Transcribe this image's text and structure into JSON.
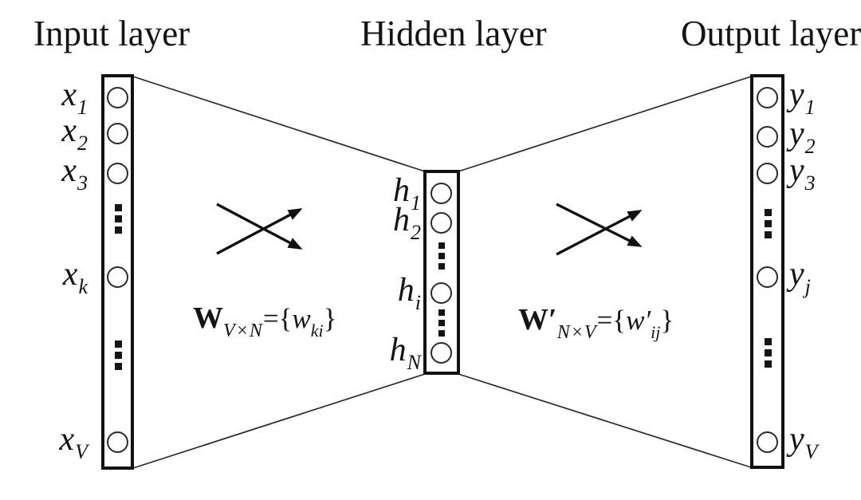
{
  "colors": {
    "ink": "#141414",
    "line": "#2b2b2b",
    "background": "#ffffff"
  },
  "layers": {
    "input": {
      "title": "Input layer",
      "nodes": [
        {
          "base": "x",
          "sub": "1"
        },
        {
          "base": "x",
          "sub": "2"
        },
        {
          "base": "x",
          "sub": "3"
        },
        {
          "base": "x",
          "sub": "k"
        },
        {
          "base": "x",
          "sub": "V"
        }
      ]
    },
    "hidden": {
      "title": "Hidden layer",
      "nodes": [
        {
          "base": "h",
          "sub": "1"
        },
        {
          "base": "h",
          "sub": "2"
        },
        {
          "base": "h",
          "sub": "i"
        },
        {
          "base": "h",
          "sub": "N"
        }
      ]
    },
    "output": {
      "title": "Output layer",
      "nodes": [
        {
          "base": "y",
          "sub": "1"
        },
        {
          "base": "y",
          "sub": "2"
        },
        {
          "base": "y",
          "sub": "3"
        },
        {
          "base": "y",
          "sub": "j"
        },
        {
          "base": "y",
          "sub": "V"
        }
      ]
    }
  },
  "weights": {
    "input_hidden": {
      "matrix": "W",
      "dims": "V×N",
      "eq_open": "={",
      "element": "w",
      "element_sub": "ki",
      "close": "}"
    },
    "hidden_output": {
      "matrix": "W′",
      "dims": "N×V",
      "eq_open": "={",
      "element": "w′",
      "element_sub": "ij",
      "close": "}"
    }
  }
}
